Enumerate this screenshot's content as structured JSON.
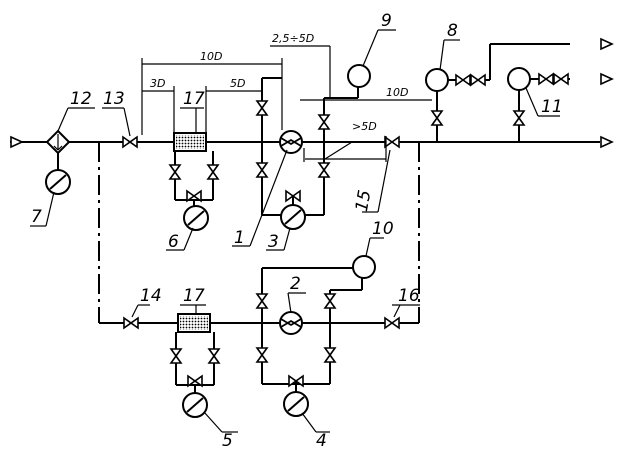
{
  "labels": {
    "n1": "1",
    "n2": "2",
    "n3": "3",
    "n4": "4",
    "n5": "5",
    "n6": "6",
    "n7": "7",
    "n8": "8",
    "n9": "9",
    "n10": "10",
    "n11": "11",
    "n12": "12",
    "n13": "13",
    "n14": "14",
    "n15": "15",
    "n16": "16",
    "n17a": "17",
    "n17b": "17"
  },
  "dimensions": {
    "d10D_top": "10D",
    "d3D": "3D",
    "d5D": "5D",
    "d25_5D": "2,5÷5D",
    "d10D_right": "10D",
    "d5D_right": ">5D"
  }
}
